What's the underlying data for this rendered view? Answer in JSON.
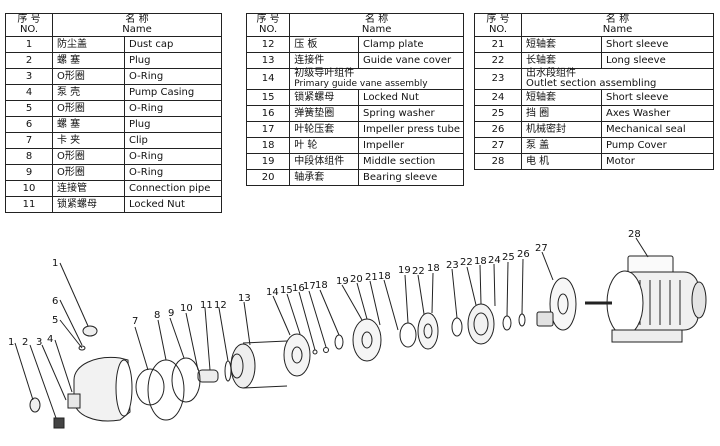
{
  "tables": [
    {
      "header": {
        "no_zh": "序 号",
        "no_en": "NO.",
        "name_zh": "名 称",
        "name_en": "Name"
      },
      "rows": [
        {
          "no": "1",
          "zh": "防尘盖",
          "en": "Dust cap"
        },
        {
          "no": "2",
          "zh": "螺 塞",
          "en": "Plug"
        },
        {
          "no": "3",
          "zh": "O形圈",
          "en": "O-Ring"
        },
        {
          "no": "4",
          "zh": "泵 壳",
          "en": "Pump Casing"
        },
        {
          "no": "5",
          "zh": "O形圈",
          "en": "O-Ring"
        },
        {
          "no": "6",
          "zh": "螺 塞",
          "en": "Plug"
        },
        {
          "no": "7",
          "zh": "卡 夹",
          "en": "Clip"
        },
        {
          "no": "8",
          "zh": "O形圈",
          "en": "O-Ring"
        },
        {
          "no": "9",
          "zh": "O形圈",
          "en": "O-Ring"
        },
        {
          "no": "10",
          "zh": "连接管",
          "en": "Connection pipe"
        },
        {
          "no": "11",
          "zh": "锁紧螺母",
          "en": "Locked Nut"
        }
      ]
    },
    {
      "header": {
        "no_zh": "序 号",
        "no_en": "NO.",
        "name_zh": "名 称",
        "name_en": "Name"
      },
      "rows": [
        {
          "no": "12",
          "zh": "压 板",
          "en": "Clamp plate"
        },
        {
          "no": "13",
          "zh": "连接件",
          "en": "Guide vane cover"
        },
        {
          "no": "14",
          "zh": "初级导叶组件",
          "en": "Primary guide vane assembly"
        },
        {
          "no": "15",
          "zh": "锁紧螺母",
          "en": "Locked Nut"
        },
        {
          "no": "16",
          "zh": "弹簧垫圈",
          "en": "Spring washer"
        },
        {
          "no": "17",
          "zh": "叶轮压套",
          "en": "Impeller press tube"
        },
        {
          "no": "18",
          "zh": "叶 轮",
          "en": "Impeller"
        },
        {
          "no": "19",
          "zh": "中段体组件",
          "en": "Middle section"
        },
        {
          "no": "20",
          "zh": "轴承套",
          "en": "Bearing sleeve"
        }
      ]
    },
    {
      "header": {
        "no_zh": "序 号",
        "no_en": "NO.",
        "name_zh": "名 称",
        "name_en": "Name"
      },
      "rows": [
        {
          "no": "21",
          "zh": "短轴套",
          "en": "Short sleeve"
        },
        {
          "no": "22",
          "zh": "长轴套",
          "en": "Long sleeve"
        },
        {
          "no": "23",
          "zh": "出水段组件",
          "en": "Outlet section assembling"
        },
        {
          "no": "24",
          "zh": "短轴套",
          "en": "Short sleeve"
        },
        {
          "no": "25",
          "zh": "挡 圈",
          "en": "Axes Washer"
        },
        {
          "no": "26",
          "zh": "机械密封",
          "en": "Mechanical seal"
        },
        {
          "no": "27",
          "zh": "泵 盖",
          "en": "Pump Cover"
        },
        {
          "no": "28",
          "zh": "电 机",
          "en": "Motor"
        }
      ]
    }
  ],
  "callouts": [
    "1",
    "6",
    "5",
    "4",
    "1",
    "2",
    "3",
    "7",
    "8",
    "9",
    "10",
    "11",
    "12",
    "13",
    "14",
    "15",
    "16",
    "17",
    "18",
    "19",
    "20",
    "21",
    "18",
    "19",
    "22",
    "18",
    "23",
    "22",
    "18",
    "24",
    "25",
    "26",
    "27",
    "28"
  ]
}
